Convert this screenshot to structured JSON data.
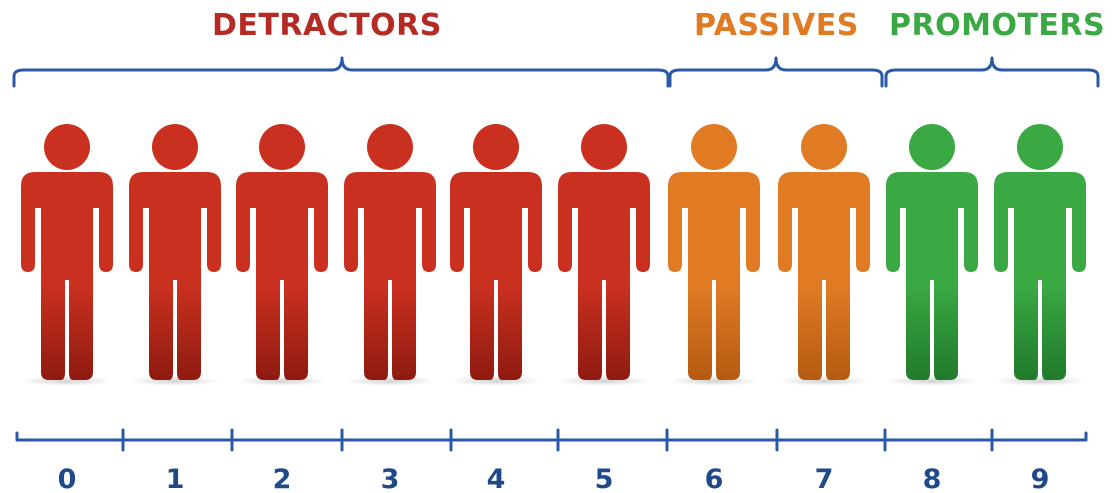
{
  "colors": {
    "detractor": "#c9301f",
    "detractor_dark": "#8e1a10",
    "passive": "#e07b24",
    "passive_dark": "#b55a12",
    "promoter": "#3aa843",
    "promoter_dark": "#207a2a",
    "bracket": "#2a5aa6",
    "label_detractor": "#b52a22",
    "label_passive": "#e07b24",
    "label_promoter": "#3aa843",
    "scale_number": "#1f4a8a"
  },
  "groups": {
    "detractors": {
      "label": "DETRACTORS"
    },
    "passives": {
      "label": "PASSIVES"
    },
    "promoters": {
      "label": "PROMOTERS"
    }
  },
  "people": [
    {
      "score": "0",
      "group": "detractor"
    },
    {
      "score": "1",
      "group": "detractor"
    },
    {
      "score": "2",
      "group": "detractor"
    },
    {
      "score": "3",
      "group": "detractor"
    },
    {
      "score": "4",
      "group": "detractor"
    },
    {
      "score": "5",
      "group": "detractor"
    },
    {
      "score": "6",
      "group": "passive"
    },
    {
      "score": "7",
      "group": "passive"
    },
    {
      "score": "8",
      "group": "promoter"
    },
    {
      "score": "9",
      "group": "promoter"
    }
  ]
}
